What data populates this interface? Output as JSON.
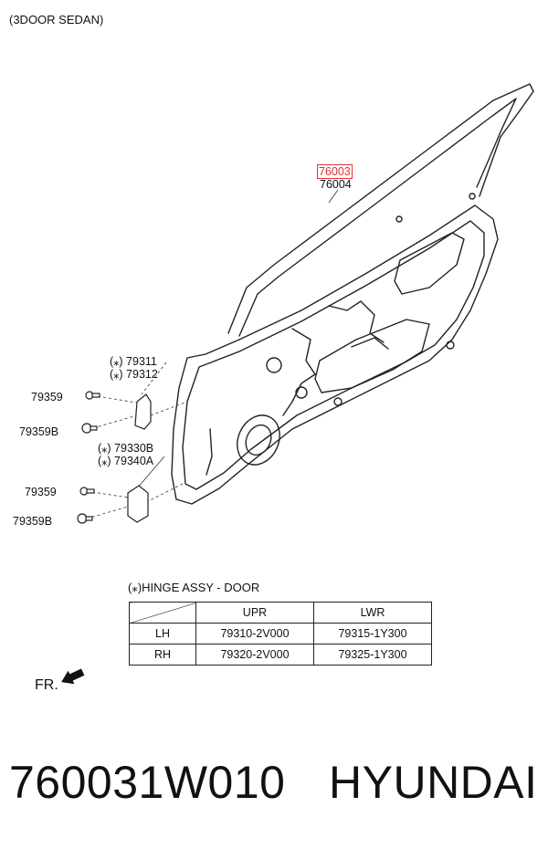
{
  "header": {
    "variant": "(3DOOR SEDAN)"
  },
  "callouts": {
    "door_primary": "76003",
    "door_secondary": "76004",
    "upper_hinge_1": "(⁎) 79311",
    "upper_hinge_2": "(⁎) 79312",
    "lower_hinge_1": "(⁎) 79330B",
    "lower_hinge_2": "(⁎) 79340A",
    "bolt_upper_1": "79359",
    "bolt_upper_2": "79359B",
    "bolt_lower_1": "79359",
    "bolt_lower_2": "79359B"
  },
  "hinge_table": {
    "title": "(⁎)HINGE ASSY - DOOR",
    "columns": [
      "UPR",
      "LWR"
    ],
    "rows": [
      {
        "label": "LH",
        "upr": "79310-2V000",
        "lwr": "79315-1Y300"
      },
      {
        "label": "RH",
        "upr": "79320-2V000",
        "lwr": "79325-1Y300"
      }
    ]
  },
  "direction": {
    "label": "FR."
  },
  "footer": {
    "part_number": "760031W010",
    "brand": "HYUNDAI"
  },
  "colors": {
    "highlight": "#dd3333",
    "line": "#222222"
  }
}
